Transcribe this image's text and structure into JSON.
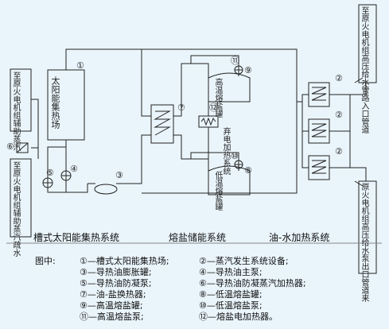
{
  "boxes": {
    "solar": "太阳能集热场",
    "aux_steam": "至原火电机组辅助蒸汽",
    "feedwater_return": "至原火电机组辅助蒸汽疏水",
    "salt_hot": "高温熔盐罐",
    "salt_cold": "低温熔盐罐",
    "electric": "弃电加热系统",
    "hp_inlet": "至原火电机组高压给水管路入口管道",
    "hp_outlet": "原火电机组高压给水泵出口管道来"
  },
  "numbers": [
    "①",
    "②",
    "③",
    "④",
    "⑤",
    "⑥",
    "⑦",
    "⑧",
    "⑨",
    "⑩",
    "⑪",
    "⑫"
  ],
  "sections": {
    "trough": "槽式太阳能集热系统",
    "storage": "熔盐储能系统",
    "water": "油-水加热系统"
  },
  "legend": {
    "title": "图中:",
    "items": [
      "①—槽式太阳能集热场;",
      "②—蒸汽发生系统设备;",
      "③—导热油膨胀罐;",
      "④—导热油主泵;",
      "⑤—导热油防凝泵;",
      "⑥—导热油防凝蒸汽加热器;",
      "⑦—油-盐换热器;",
      "⑧—低温熔盐罐;",
      "⑨—高温熔盐罐;",
      "⑩—低温熔盐泵;",
      "⑪—高温熔盐泵;",
      "⑫—熔盐电加热器。"
    ]
  }
}
